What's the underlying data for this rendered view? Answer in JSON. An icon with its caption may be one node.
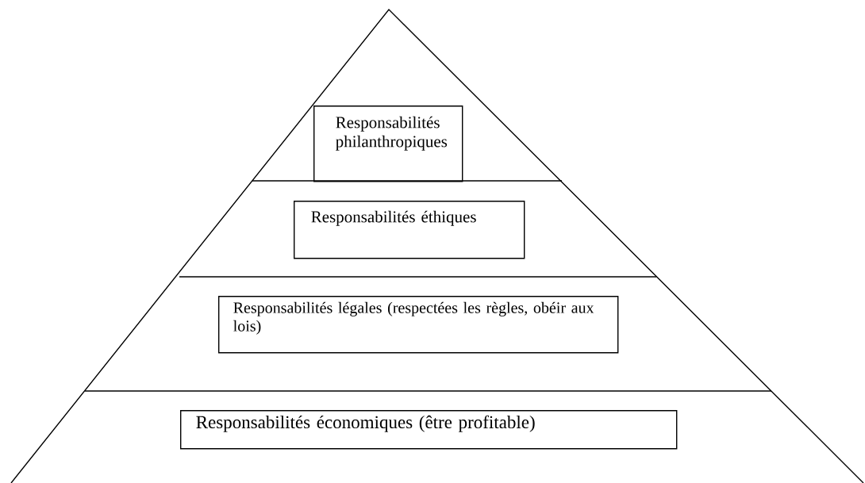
{
  "diagram": {
    "nodes": [
      {
        "text": [
          "Responsabilités philanthropiques"
        ]
      },
      {
        "text": [
          "Responsabilités éthiques"
        ]
      },
      {
        "text": [
          "Responsabilités légales (respectées les règles, obéir aux lois)"
        ]
      },
      {
        "text": [
          "Responsabilités économiques (être profitable)"
        ]
      }
    ]
  }
}
